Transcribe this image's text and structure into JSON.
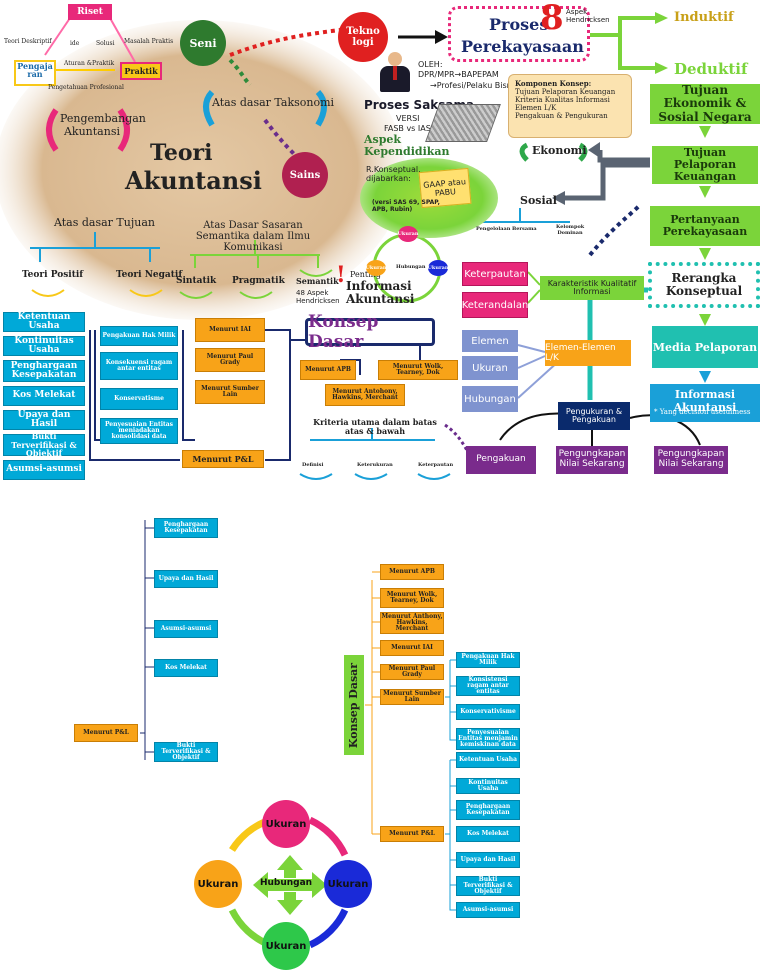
{
  "top_left": {
    "riset": "Riset",
    "teori_deskriptif": "Teori Deskriptif",
    "ide": "ide",
    "solusi": "Solusi",
    "masalah_praktis": "Masalah Praktis",
    "pengajaran": "Pengaja\nran",
    "aturan_praktik": "Aturan &Praktik",
    "praktik": "Praktik",
    "pengetahuan_profesional": "Pengetahuan Profesional"
  },
  "teori": {
    "seni": "Seni",
    "atas_taksonomi": "Atas dasar Taksonomi",
    "pengembangan": "Pengembangan Akuntansi",
    "teori": "Teori",
    "akuntansi": "Akuntansi",
    "sains": "Sains",
    "atas_tujuan": "Atas dasar Tujuan",
    "atas_sasaran": "Atas Dasar Sasaran Semantika dalam Ilmu Komunikasi",
    "teori_positif": "Teori Positif",
    "teori_negatif": "Teori Negatif",
    "sintatik": "Sintatik",
    "pragmatik": "Pragmatik",
    "semantik": "Semantik"
  },
  "proses": {
    "teknologi": "Tekno\nlogi",
    "proses_label": "Proses",
    "perekayasaan": "Perekayasaan",
    "eight": "8",
    "aspek_hendricksen": "Aspek Hendricksen",
    "induktif": "Induktif",
    "deduktif": "Deduktif",
    "oleh": "OLEH:",
    "dpr": "DPR/MPR→BAPEPAM",
    "profesi": "→Profesi/Pelaku Bisnis",
    "saksama": "Proses Saksama",
    "versi": "VERSI",
    "fasb": "FASB vs IASC",
    "aspek_kependidikan": "Aspek Kependidikan",
    "gaap": "GAAP atau PABU",
    "rkonseptual": "R.Konseptual, dijabarkan:",
    "versi_sas": "(versi SAS 69, SPAP, APB, Rubin)",
    "ekonomi": "Ekonomi",
    "sosial": "Sosial",
    "pengelolaan": "Pengelolaan",
    "bersama": "Bersama",
    "kelompok_dominan": "Kelompok Dominan"
  },
  "komponen": {
    "title": "Komponen Konsep:",
    "items": [
      "Tujuan Pelaporan Keuangan",
      "Kriteria Kualitas Informasi",
      "Elemen L/K",
      "Pengakuan & Pengukuran"
    ]
  },
  "right_flow": {
    "tujuan_ekonomik": "Tujuan Ekonomik & Sosial Negara",
    "tujuan_pelaporan": "Tujuan Pelaporan Keuangan",
    "pertanyaan": "Pertanyaan Perekayasaan",
    "rerangka": "Rerangka Konseptual",
    "media": "Media Pelaporan",
    "informasi": "Informasi Akuntansi",
    "decision": "* Yang decision usefullness"
  },
  "middle": {
    "penting": "Penting",
    "informasi_akuntansi": "Informasi Akuntansi",
    "aspek48": "48 Aspek Hendricksen",
    "konsep_dasar": "Konsep Dasar",
    "menurut_iai": "Menurut IAI",
    "menurut_paul": "Menurut Paul Grady",
    "menurut_sumber": "Menurut Sumber Lain",
    "menurut_pl": "Menurut P&L",
    "menurut_apb": "Menurut APB",
    "menurut_wolk": "Menurut Wolk, Tearney, Dok",
    "menurut_anthony": "Menurut Antohony, Hawkins, Merchant",
    "kriteria": "Kriteria utama dalam batas atas & bawah",
    "definisi": "Definisi",
    "keterukuran": "Keterukuran",
    "keterpautan": "Keterpautan",
    "small_ukuran": "Ukuran",
    "small_hubungan": "Hubungan"
  },
  "left_list": [
    "Ketentuan Usaha",
    "Kontinuitas Usaha",
    "Penghargaan Kesepakatan",
    "Kos Melekat",
    "Upaya dan Hasil",
    "Bukti Terverifikasi & Objektif",
    "Asumsi-asumsi"
  ],
  "sumber_list": [
    "Pengakuan Hak Milik",
    "Konsekuensi ragam antar entitas",
    "Konservatisme",
    "Penyesuaian Entitas meniadakan konsolidasi data"
  ],
  "kualitas": {
    "keterpautan": "Keterpautan",
    "keterandalan": "Keterandalan",
    "karakteristik": "Karakteristik Kualitatif Informasi",
    "elemen": "Elemen",
    "ukuran": "Ukuran",
    "hubungan": "Hubungan",
    "elemen_lk": "Elemen-Elemen L/K",
    "pengukuran_pengakuan": "Pengukuran & Pengakuan",
    "pengakuan": "Pengakuan",
    "pengungkapan1": "Pengungkapan Nilai Sekarang",
    "pengungkapan2": "Pengungkapan Nilai Sekarang"
  },
  "bottom_left": {
    "items": [
      "Penghargaan Kesepakatan",
      "Upaya dan Hasil",
      "Asumsi-asumsi",
      "Kos Melekat",
      "Bukti Terverifikasi & Objektif"
    ],
    "menurut_pl": "Menurut P&L"
  },
  "tree": {
    "root": "Konsep Dasar",
    "branches": [
      "Menurut APB",
      "Menurut Wolk, Tearney, Dok",
      "Menurut Anthony, Hawkins, Merchant",
      "Menurut IAI",
      "Menurut Paul Grady",
      "Menurut Sumber Lain",
      "Menurut P&L"
    ],
    "sumber_children": [
      "Pengakuan Hak Milik",
      "Konsistensi ragam antar entitas",
      "Konservativisme",
      "Penyesuaian Entitas menjamin kemiskinan data"
    ],
    "pl_children": [
      "Ketentuan Usaha",
      "Kontinuitas Usaha",
      "Penghargaan Kesepakatan",
      "Kos Melekat",
      "Upaya dan Hasil",
      "Bukti Terverifikasi & Objektif",
      "Asumsi-asumsi"
    ]
  },
  "cycle": {
    "top": "Ukuran",
    "left": "Ukuran",
    "right": "Ukuran",
    "bottom": "Ukuran",
    "center": "Hubungan"
  }
}
